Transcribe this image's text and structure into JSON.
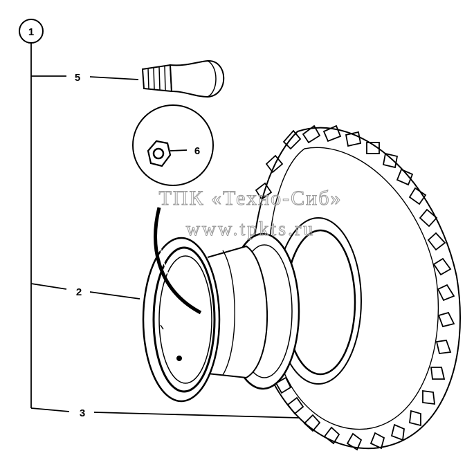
{
  "diagram": {
    "group_callout": "1",
    "callouts": [
      {
        "id": "valve",
        "label": "5"
      },
      {
        "id": "nut",
        "label": "6"
      },
      {
        "id": "rim",
        "label": "2"
      },
      {
        "id": "tire",
        "label": "3"
      }
    ]
  },
  "watermark": {
    "line1": "ТПК «Техно-Сиб»",
    "line2": "www.tpkts.ru"
  },
  "colors": {
    "ink": "#000000",
    "paper": "#ffffff",
    "watermark": "#9a9a9a"
  }
}
